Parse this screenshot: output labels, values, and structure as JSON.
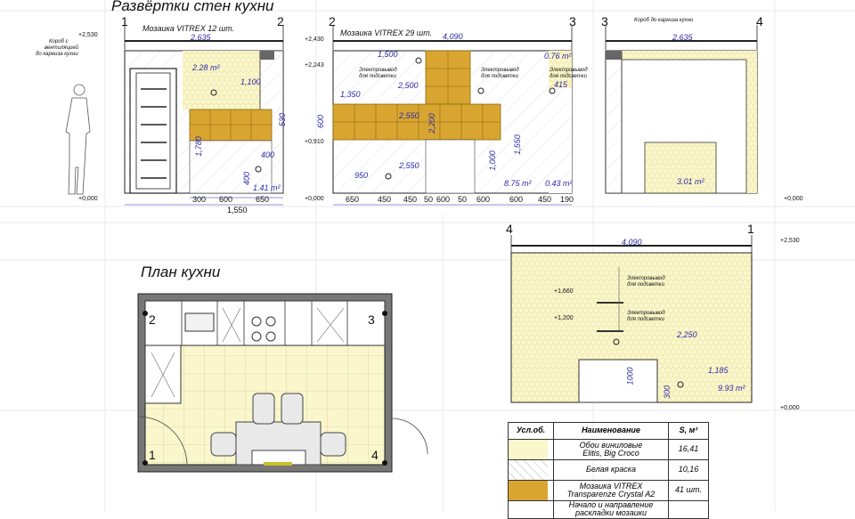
{
  "titles": {
    "elevations": "Развёртки стен кухни",
    "plan": "План кухни"
  },
  "wall_markers": {
    "n1": "1",
    "n2": "2",
    "n3": "3",
    "n4": "4"
  },
  "levels": {
    "l2530": "+2,530",
    "l2430": "+2,430",
    "l2243": "+2,243",
    "l0910": "+0,910",
    "l0000": "+0,000",
    "l1660": "+1,660",
    "l1200": "+1,200"
  },
  "wall12": {
    "mosaic": "Мозаика VITREX 12 шт.",
    "width": "2,635",
    "duct_note": [
      "Короб с",
      "вентиляцией",
      "до карниза кухни"
    ],
    "area_top": "2.28 m²",
    "area_bottom": "1.41 m²",
    "dims_v": [
      "1,100",
      "530",
      "1,780",
      "400",
      "400"
    ],
    "bottom_dims": [
      "300",
      "600",
      "650"
    ],
    "total": "1,550"
  },
  "wall23": {
    "mosaic": "Мозаика VITREX 29 шт.",
    "width": "4,090",
    "dims": [
      "1,500",
      "2,500",
      "1,350",
      "2,550",
      "2,200",
      "950",
      "2,550",
      "600",
      "1,000",
      "1,550",
      "415"
    ],
    "area_right_top": "0.76 m²",
    "area_bottom_a": "8.75 m²",
    "area_bottom_b": "0.43 m²",
    "electro": [
      "Электровывод",
      "для подсветки"
    ],
    "bottom_dims": [
      "650",
      "450",
      "450",
      "50",
      "600",
      "50",
      "600",
      "600",
      "450",
      "190"
    ]
  },
  "wall34": {
    "note": "Короб до карниза кухни",
    "width": "2,635",
    "area": "3.01 m²"
  },
  "wall41": {
    "width": "4,090",
    "dims": [
      "2,250",
      "1,185",
      "1000",
      "300"
    ],
    "area": "9.93 m²"
  },
  "legend": {
    "headers": [
      "Усл.об.",
      "Наименование",
      "S, м²"
    ],
    "rows": [
      {
        "name": [
          "Обои виниловые",
          "Elitis, Big Croco"
        ],
        "value": "16,41"
      },
      {
        "name": [
          "Белая краска"
        ],
        "value": "10,16"
      },
      {
        "name": [
          "Мозаика VITREX",
          "Transparenze Crystal A2"
        ],
        "value": "41 шт."
      },
      {
        "name": [
          "Начало и направление",
          "раскладки мозаики"
        ],
        "value": ""
      }
    ]
  },
  "colors": {
    "mosaic": "#d9a531",
    "wallpaper": "#fbf7cc",
    "dim": "#2a2aa8"
  }
}
